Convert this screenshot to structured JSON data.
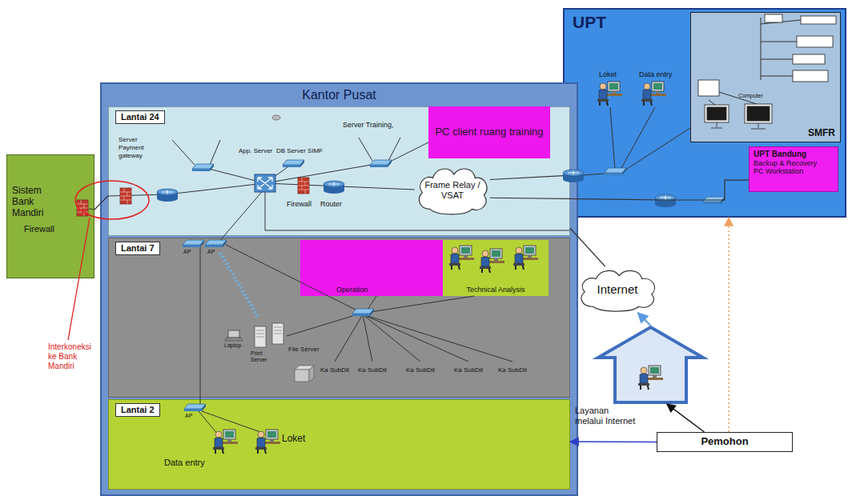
{
  "diagram": {
    "nodes": [
      {
        "text": [
          "UPT"
        ]
      },
      {
        "text": [
          "SMFR"
        ],
        "in": 0
      },
      {
        "text": [
          "UPT Bandung",
          "Backup & Recovery",
          "PC Workstation"
        ],
        "in": 0
      },
      {
        "text": [
          "Kantor Pusat"
        ]
      },
      {
        "text": [
          "Lantai 24"
        ],
        "in": 3
      },
      {
        "text": [
          "PC client ruang training"
        ],
        "in": 4
      },
      {
        "text": [
          "Frame Relay / VSAT"
        ],
        "in": 4
      },
      {
        "text": [
          "Sistem Bank Mandiri"
        ]
      },
      {
        "text": [
          "Lantai 7"
        ],
        "in": 3
      },
      {
        "text": [
          "Operation"
        ],
        "in": 8
      },
      {
        "text": [
          "Technical Analysis"
        ],
        "in": 8
      },
      {
        "text": [
          "Internet"
        ]
      },
      {
        "text": [
          "Layanan melalui Internet"
        ]
      },
      {
        "text": [
          "Lantai 2"
        ],
        "in": 3
      },
      {
        "text": [
          "Pemohon"
        ]
      }
    ],
    "edges": [
      {
        "from": 7,
        "to": 4,
        "arrow": "none"
      },
      {
        "from": 6,
        "to": 0,
        "arrow": "none"
      },
      {
        "from": 6,
        "to": 2,
        "arrow": "none"
      },
      {
        "from": 11,
        "to": 4,
        "arrow": "none"
      },
      {
        "from": 12,
        "to": 11,
        "arrow": "to"
      },
      {
        "from": 14,
        "to": 12,
        "arrow": "to"
      },
      {
        "from": 14,
        "to": 13,
        "arrow": "to"
      },
      {
        "from": 14,
        "to": 0,
        "arrow": "to"
      }
    ],
    "labels": [
      "Server Payment gateway",
      "App. Server",
      "DB Server SIMF",
      "Server Training,",
      "Firewall",
      "Router",
      "Firewall",
      "AP",
      "AP",
      "Laptop",
      "Print Server",
      "File Server",
      "Ka SubDit",
      "Ka SubDit",
      "Ka SubDit",
      "Ka SubDit",
      "Ka SubDit",
      "AP",
      "Loket",
      "Data entry",
      "Loket",
      "Data entry",
      "Computer",
      "Interkoneksi ke Bank Mandiri"
    ]
  }
}
